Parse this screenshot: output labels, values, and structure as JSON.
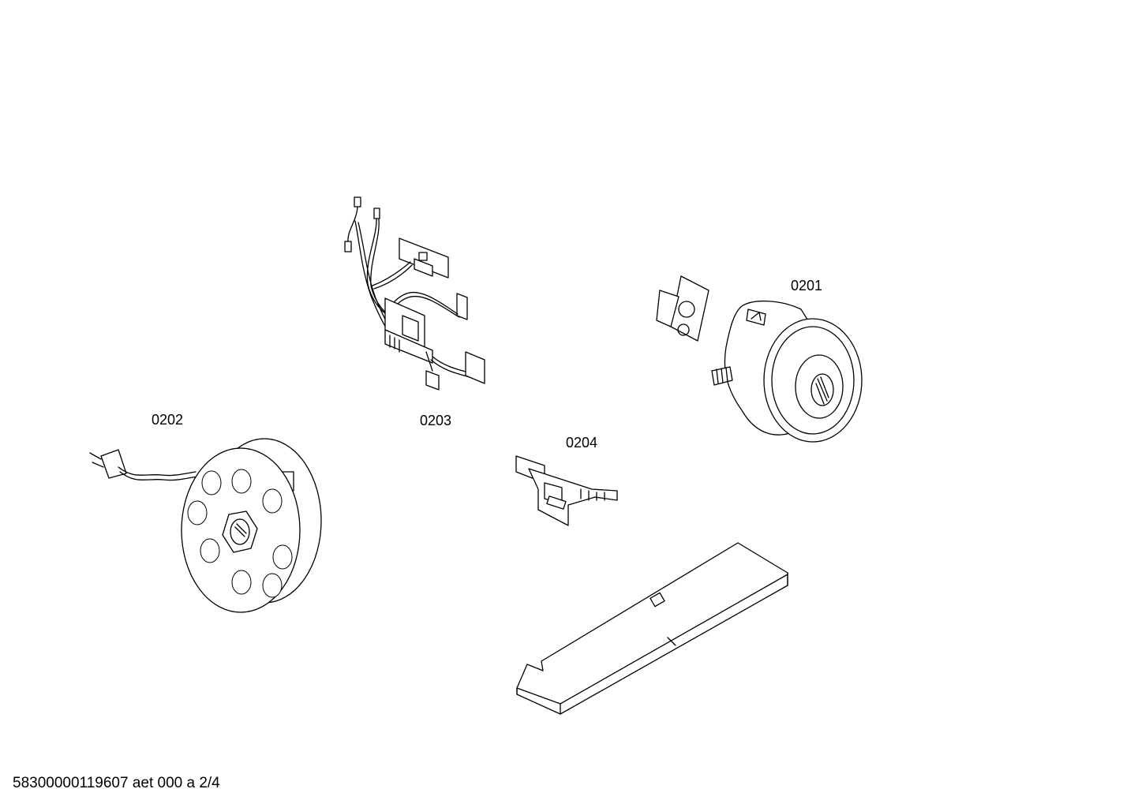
{
  "diagram": {
    "part_labels": {
      "motor": "0201",
      "cable_reel": "0202",
      "wiring_harness": "0203",
      "bracket": "0204"
    },
    "footer": "58300000119607 aet 000 a 2/4"
  }
}
